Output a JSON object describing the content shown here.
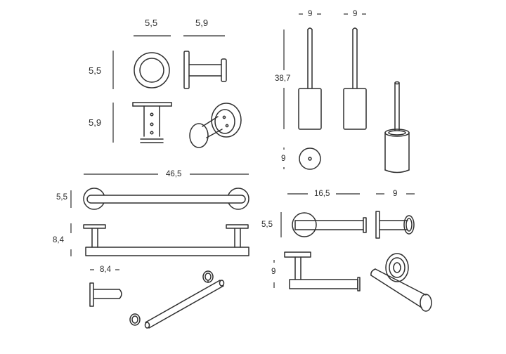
{
  "hooks": {
    "top_width_1": "5,5",
    "top_width_2": "5,9",
    "top_height_1": "5,5",
    "top_height_2": "5,9"
  },
  "brush_holders": {
    "width_1": "9",
    "width_2": "9",
    "height": "38,7",
    "base_diameter": "9"
  },
  "towel_bars": {
    "length": "46,5",
    "front_height": "5,5",
    "projection": "8,4",
    "small_projection": "8,4"
  },
  "paper_holder": {
    "width": "16,5",
    "side_width": "9",
    "height": "5,5",
    "projection": "9"
  },
  "colors": {
    "line": "#2f2f2f",
    "text": "#2b2b2b",
    "background": "#ffffff"
  }
}
